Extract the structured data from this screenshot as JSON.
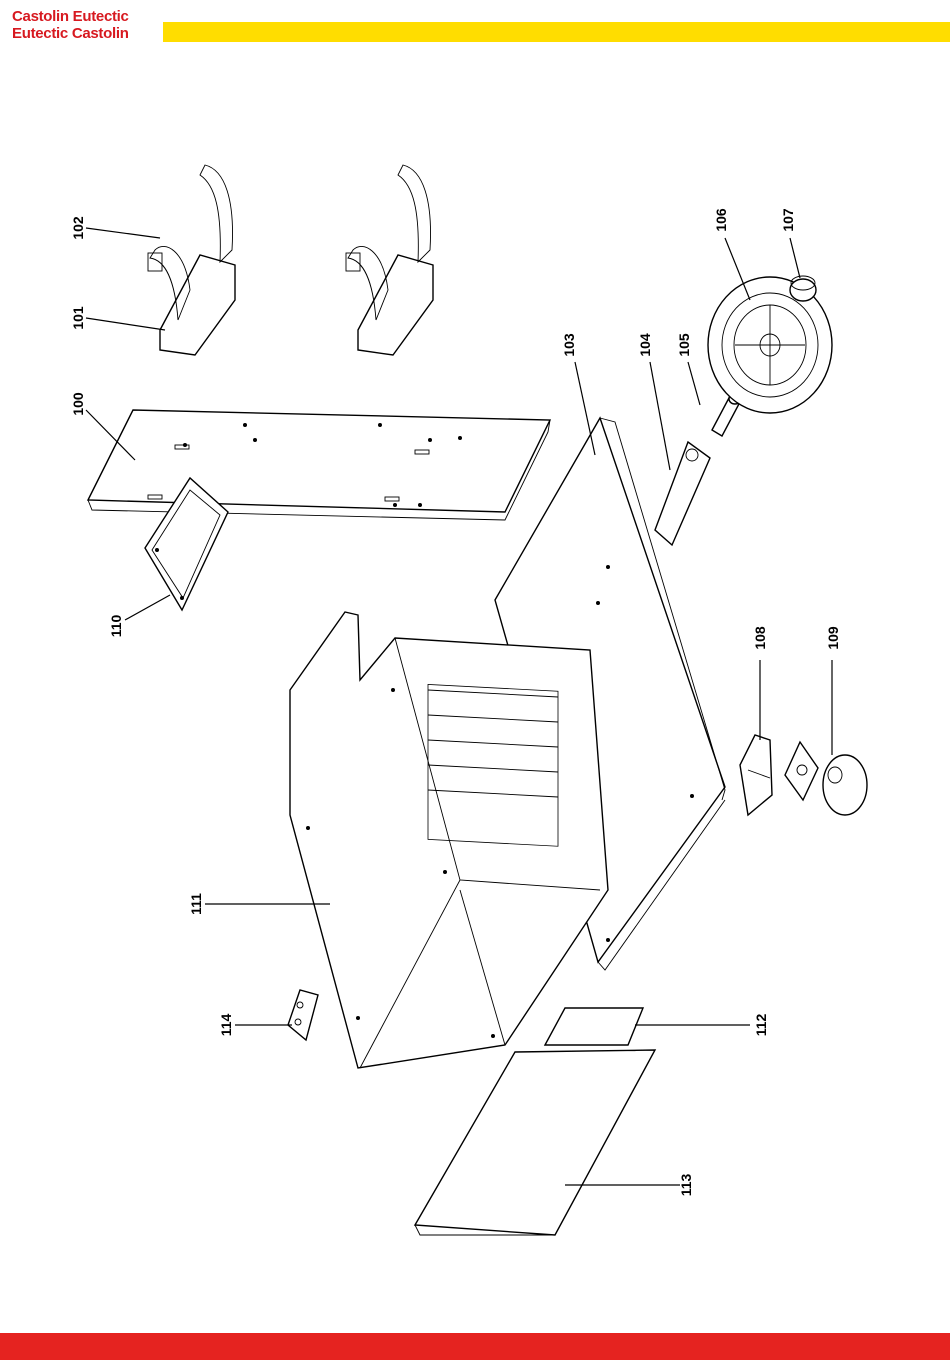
{
  "brand": {
    "logo_line1": "Castolin Eutectic",
    "logo_line2": "Eutectic Castolin",
    "colors": {
      "red": "#d71920",
      "yellow": "#ffdd00",
      "bottom_bar": "#e52320"
    }
  },
  "parts": {
    "p100": "100",
    "p101": "101",
    "p102": "102",
    "p103": "103",
    "p104": "104",
    "p105": "105",
    "p106": "106",
    "p107": "107",
    "p108": "108",
    "p109": "109",
    "p110": "110",
    "p111": "111",
    "p112": "112",
    "p113": "113",
    "p114": "114"
  }
}
